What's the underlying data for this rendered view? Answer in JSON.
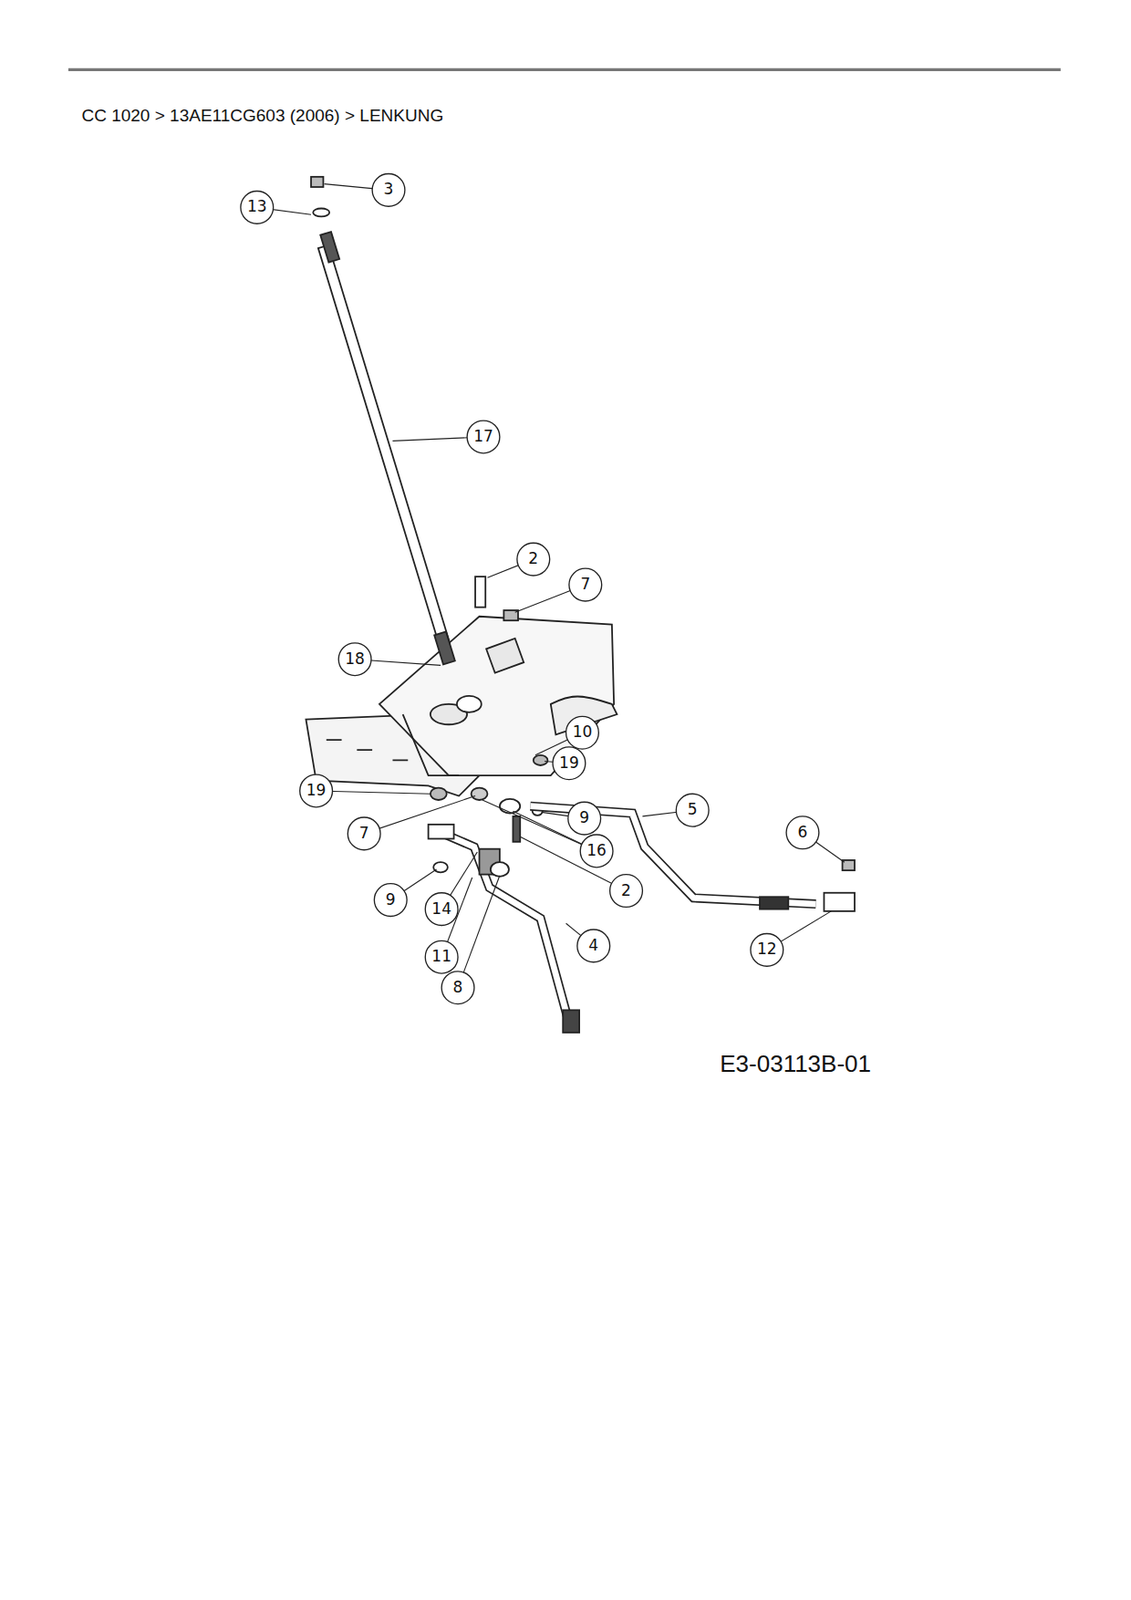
{
  "diagram": {
    "title": "CC 1020  >  13AE11CG603 (2006)  >  LENKUNG",
    "labels": [
      "3",
      "13",
      "17",
      "2",
      "7",
      "18",
      "10",
      "19",
      "19",
      "5",
      "7",
      "9",
      "16",
      "6",
      "2",
      "9",
      "14",
      "12",
      "4",
      "11",
      "8",
      "E3-03113B-01"
    ]
  }
}
